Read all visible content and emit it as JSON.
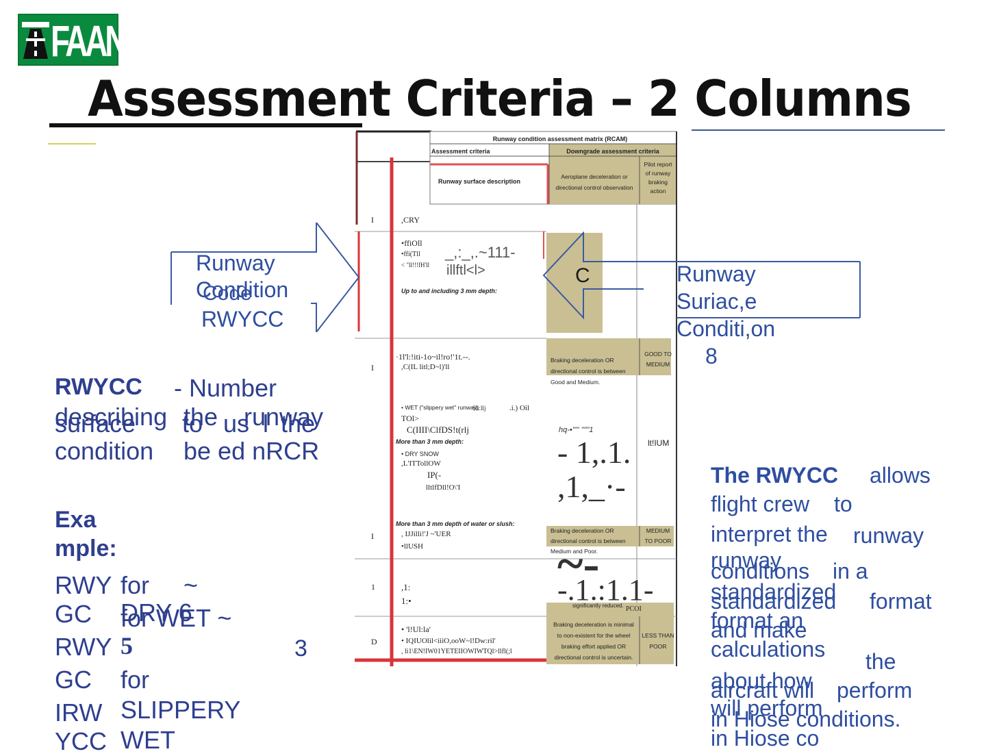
{
  "logo": {
    "text": "FAAN"
  },
  "title": "Assessment Criteria – 2 Columns",
  "left_arrow": {
    "line1": "Runway",
    "line2a": "Condition",
    "line2b": "Code",
    "line3": "RWYCC"
  },
  "right_arrow": {
    "line1": "Runway",
    "line2": "Suriac,e",
    "line3": "Conditi,on",
    "line4": "8"
  },
  "definition": {
    "term": "RWYCC",
    "dash_text": "- Number",
    "overlap_a1": "describing",
    "overlap_a2": "the",
    "overlap_a3": "runway",
    "overlap_b1": "surface",
    "overlap_b2": "to",
    "overlap_b3": "us",
    "overlap_b4": "l",
    "overlap_b5": "the",
    "row3a": "condition",
    "row3b": "be ed nRCR"
  },
  "example": {
    "heading1": "Exa",
    "heading2": "mple:",
    "c1": [
      "RWY",
      "GC",
      "RWY",
      "GC",
      "IRW",
      "YCC"
    ],
    "c2a": "for",
    "c2b": "DRY 6",
    "c2c": "for WET ~",
    "c2d": "5",
    "c2e": "for",
    "c2f": "SLIPPERY",
    "c2g": "WET",
    "tilde": "~",
    "three": "3"
  },
  "right_text": {
    "l1a": "The RWYCC",
    "l1b": "allows",
    "l2a": "flight crew",
    "l2b": "to",
    "l3a": "interpret the",
    "l3b": "runway",
    "l4": "runway",
    "l5a": "conditions",
    "l5b": "in a",
    "l6": "standardized",
    "l7a": "standardized",
    "l7b": "format",
    "l8": "format an",
    "l9": "and make",
    "l10": "calculations",
    "l11": "the",
    "l12a": "about how",
    "l12b": "aircraft will",
    "l12c": "perform",
    "l13": "will perform",
    "l14": "in Hiose conditions.",
    "l15": "in Hiose co"
  },
  "rcam": {
    "title": "Runway condition assessment matrix (RCAM)",
    "col_assessment": "Assessment criteria",
    "col_downgrade": "Downgrade assessment criteria",
    "col_surface": "Runway surface description",
    "col_decel": "Aeroplane deceleration or directional control observation",
    "col_pilot": "Pilot report of runway braking action",
    "r1_code": "I",
    "r1_text": ",CRY",
    "r2_l1": "•ffiOll",
    "r2_l2": "•ffi(Tll",
    "r2_l3": "< \"ll!!!fH'll",
    "r2_garble1": "_,:_,.~111-",
    "r2_garble2": "illftl<l>",
    "r2_depth": "Up to and including 3 mm depth:",
    "r2_c": "C",
    "r3_code": "I",
    "r3_l1": "·1l'l:!iti-1o~il!ro!'1t.--.",
    "r3_l2": ",C(IL   litl;D~l)'ll",
    "r3_decel": "Braking deceleration OR directional control is between Good and Medium.",
    "r3_pilot": "GOOD TO MEDIUM",
    "r4_l1": "• WET (\"slippery wet\" runway)",
    "r4_l1b": "6li:llj",
    "r4_l1c": ".i.)  Oil",
    "r4_l2": "TOl>",
    "r4_l3": "C(IIII\\ClfDS!t(rlj",
    "r4_depth": "More than 3 mm depth:",
    "r4_l4": "• DRY SNOW",
    "r4_l5": ",L'ITTollOW",
    "r4_l6": "IP(-",
    "r4_l7": "lltlfDll!O\\'I",
    "r4_hq": "hq-•\"\"' \"\"\"1",
    "r4_g1": "- 1,.1.",
    "r4_g2": ",1,_·-",
    "r4_pilot": "lt!IUM",
    "r5_code": "I",
    "r5_depth": "More than 3 mm depth of water or slush:",
    "r5_l1": ", IJJilli!'J ~'UER",
    "r5_l2": "•llUSH",
    "r5_decel": "Braking deceleration OR directional control is between Medium and Poor.",
    "r5_pilot": "MEDIUM TO POOR",
    "r5_g": "~-",
    "r6_code": "1",
    "r6_l1": ",1:",
    "r6_l2": "1:•",
    "r6_g": "-.1.:1.1-",
    "r6_reduced": "significantly reduced.",
    "r6_pco": "PCOI",
    "r7_code": "D",
    "r7_l1": "• 'l!Ul:la'",
    "r7_l2": "• IQIUOlil<iiiO,ooW~l!Dw:ril'",
    "r7_l3": ", li1\\EN!IW01YETEIIOWIWTQl>llfl(;l",
    "r7_decel": "Braking deceleration is minimal to non-existent for the wheel braking effort applied OR directional control is uncertain.",
    "r7_pilot": "LESS THAN POOR"
  },
  "colors": {
    "logo_green": "#0a8a3e",
    "text_blue": "#2e4ea0",
    "rcam_olive": "#c9bf93",
    "red_line": "#d9343a"
  }
}
